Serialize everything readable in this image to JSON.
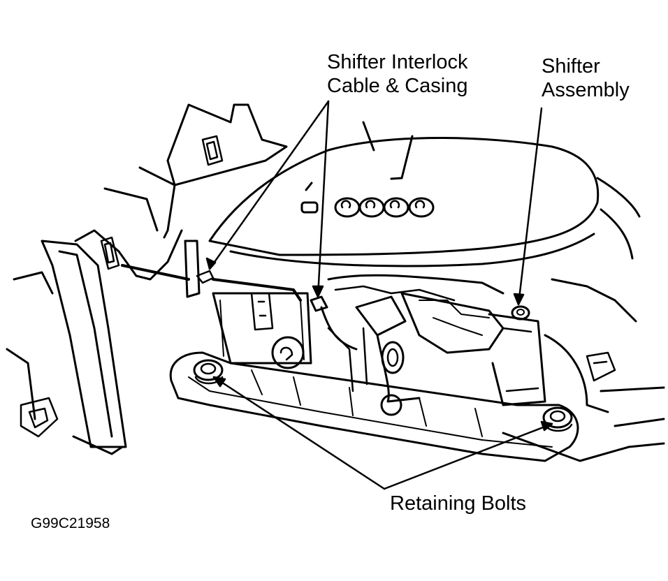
{
  "labels": {
    "interlock_line1": "Shifter Interlock",
    "interlock_line2": "Cable & Casing",
    "assembly_line1": "Shifter",
    "assembly_line2": "Assembly",
    "bolts": "Retaining Bolts"
  },
  "figure_id": "G99C21958",
  "colors": {
    "ink": "#000000",
    "paper": "#ffffff"
  }
}
